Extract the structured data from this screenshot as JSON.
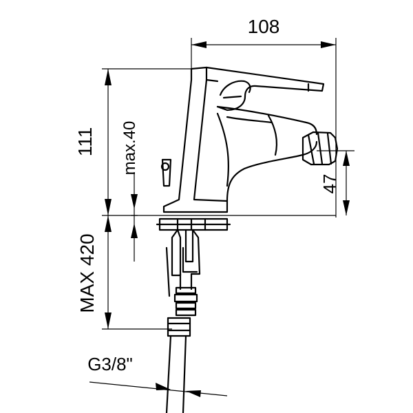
{
  "dimensions": {
    "width": "108",
    "height": "111",
    "deck_thickness": "max.40",
    "spout_height": "47",
    "hose_length": "MAX 420",
    "connection": "G3/8\""
  }
}
